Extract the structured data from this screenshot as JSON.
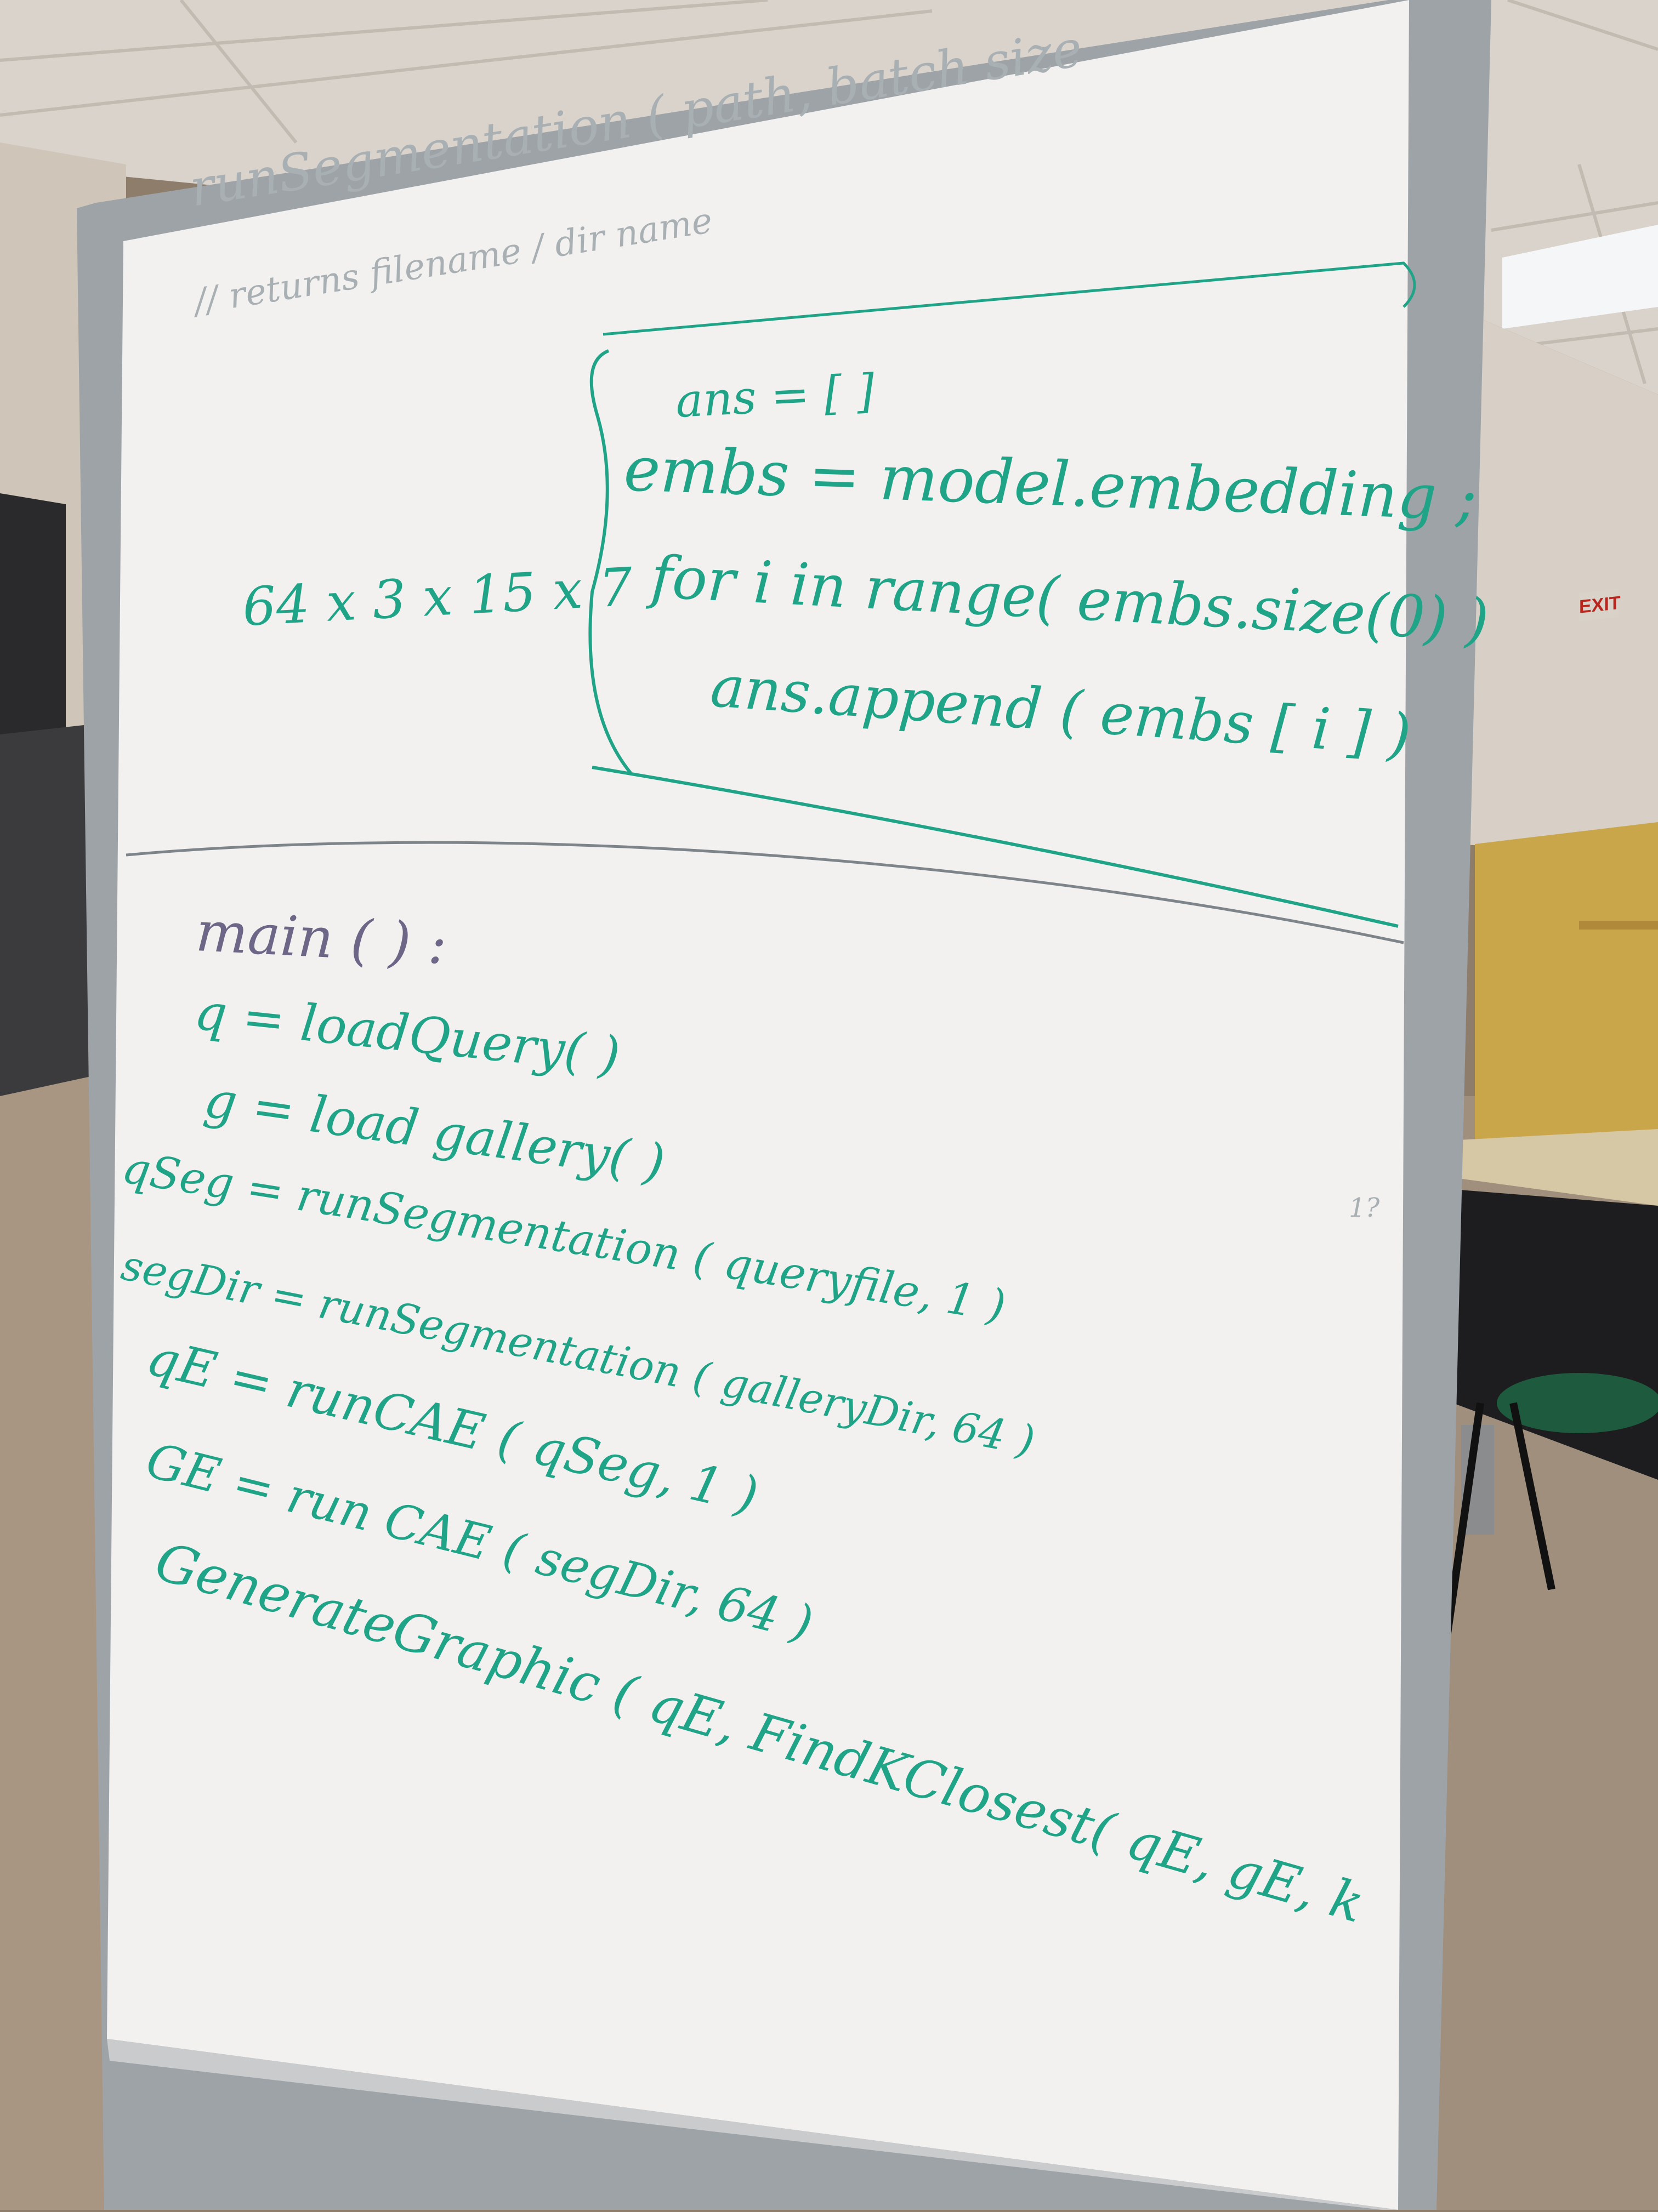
{
  "scene": {
    "exit_sign": "EXIT"
  },
  "whiteboard": {
    "top_section": {
      "signature": "runSegmentation ( path, batch size",
      "comment": "// returns filename / dir name",
      "dimensions": "64 x 3 x 15 x 7",
      "code_lines": [
        "ans = [ ]",
        "embs = model.embedding ;",
        "for i in range( embs.size(0) )",
        "ans.append ( embs [ i ] )"
      ]
    },
    "main_section": {
      "header": "main ( ) :",
      "lines": [
        "q = loadQuery( )",
        "g = load gallery( )",
        "qSeg = runSegmentation ( queryfile, 1 )",
        "segDir = runSegmentation ( galleryDir, 64 )",
        "qE = runCAE ( qSeg, 1 )",
        "GE = run CAE ( segDir, 64 )",
        "GenerateGraphic ( qE, FindKClosest( qE, gE, k"
      ]
    },
    "margin_note": "1?"
  }
}
